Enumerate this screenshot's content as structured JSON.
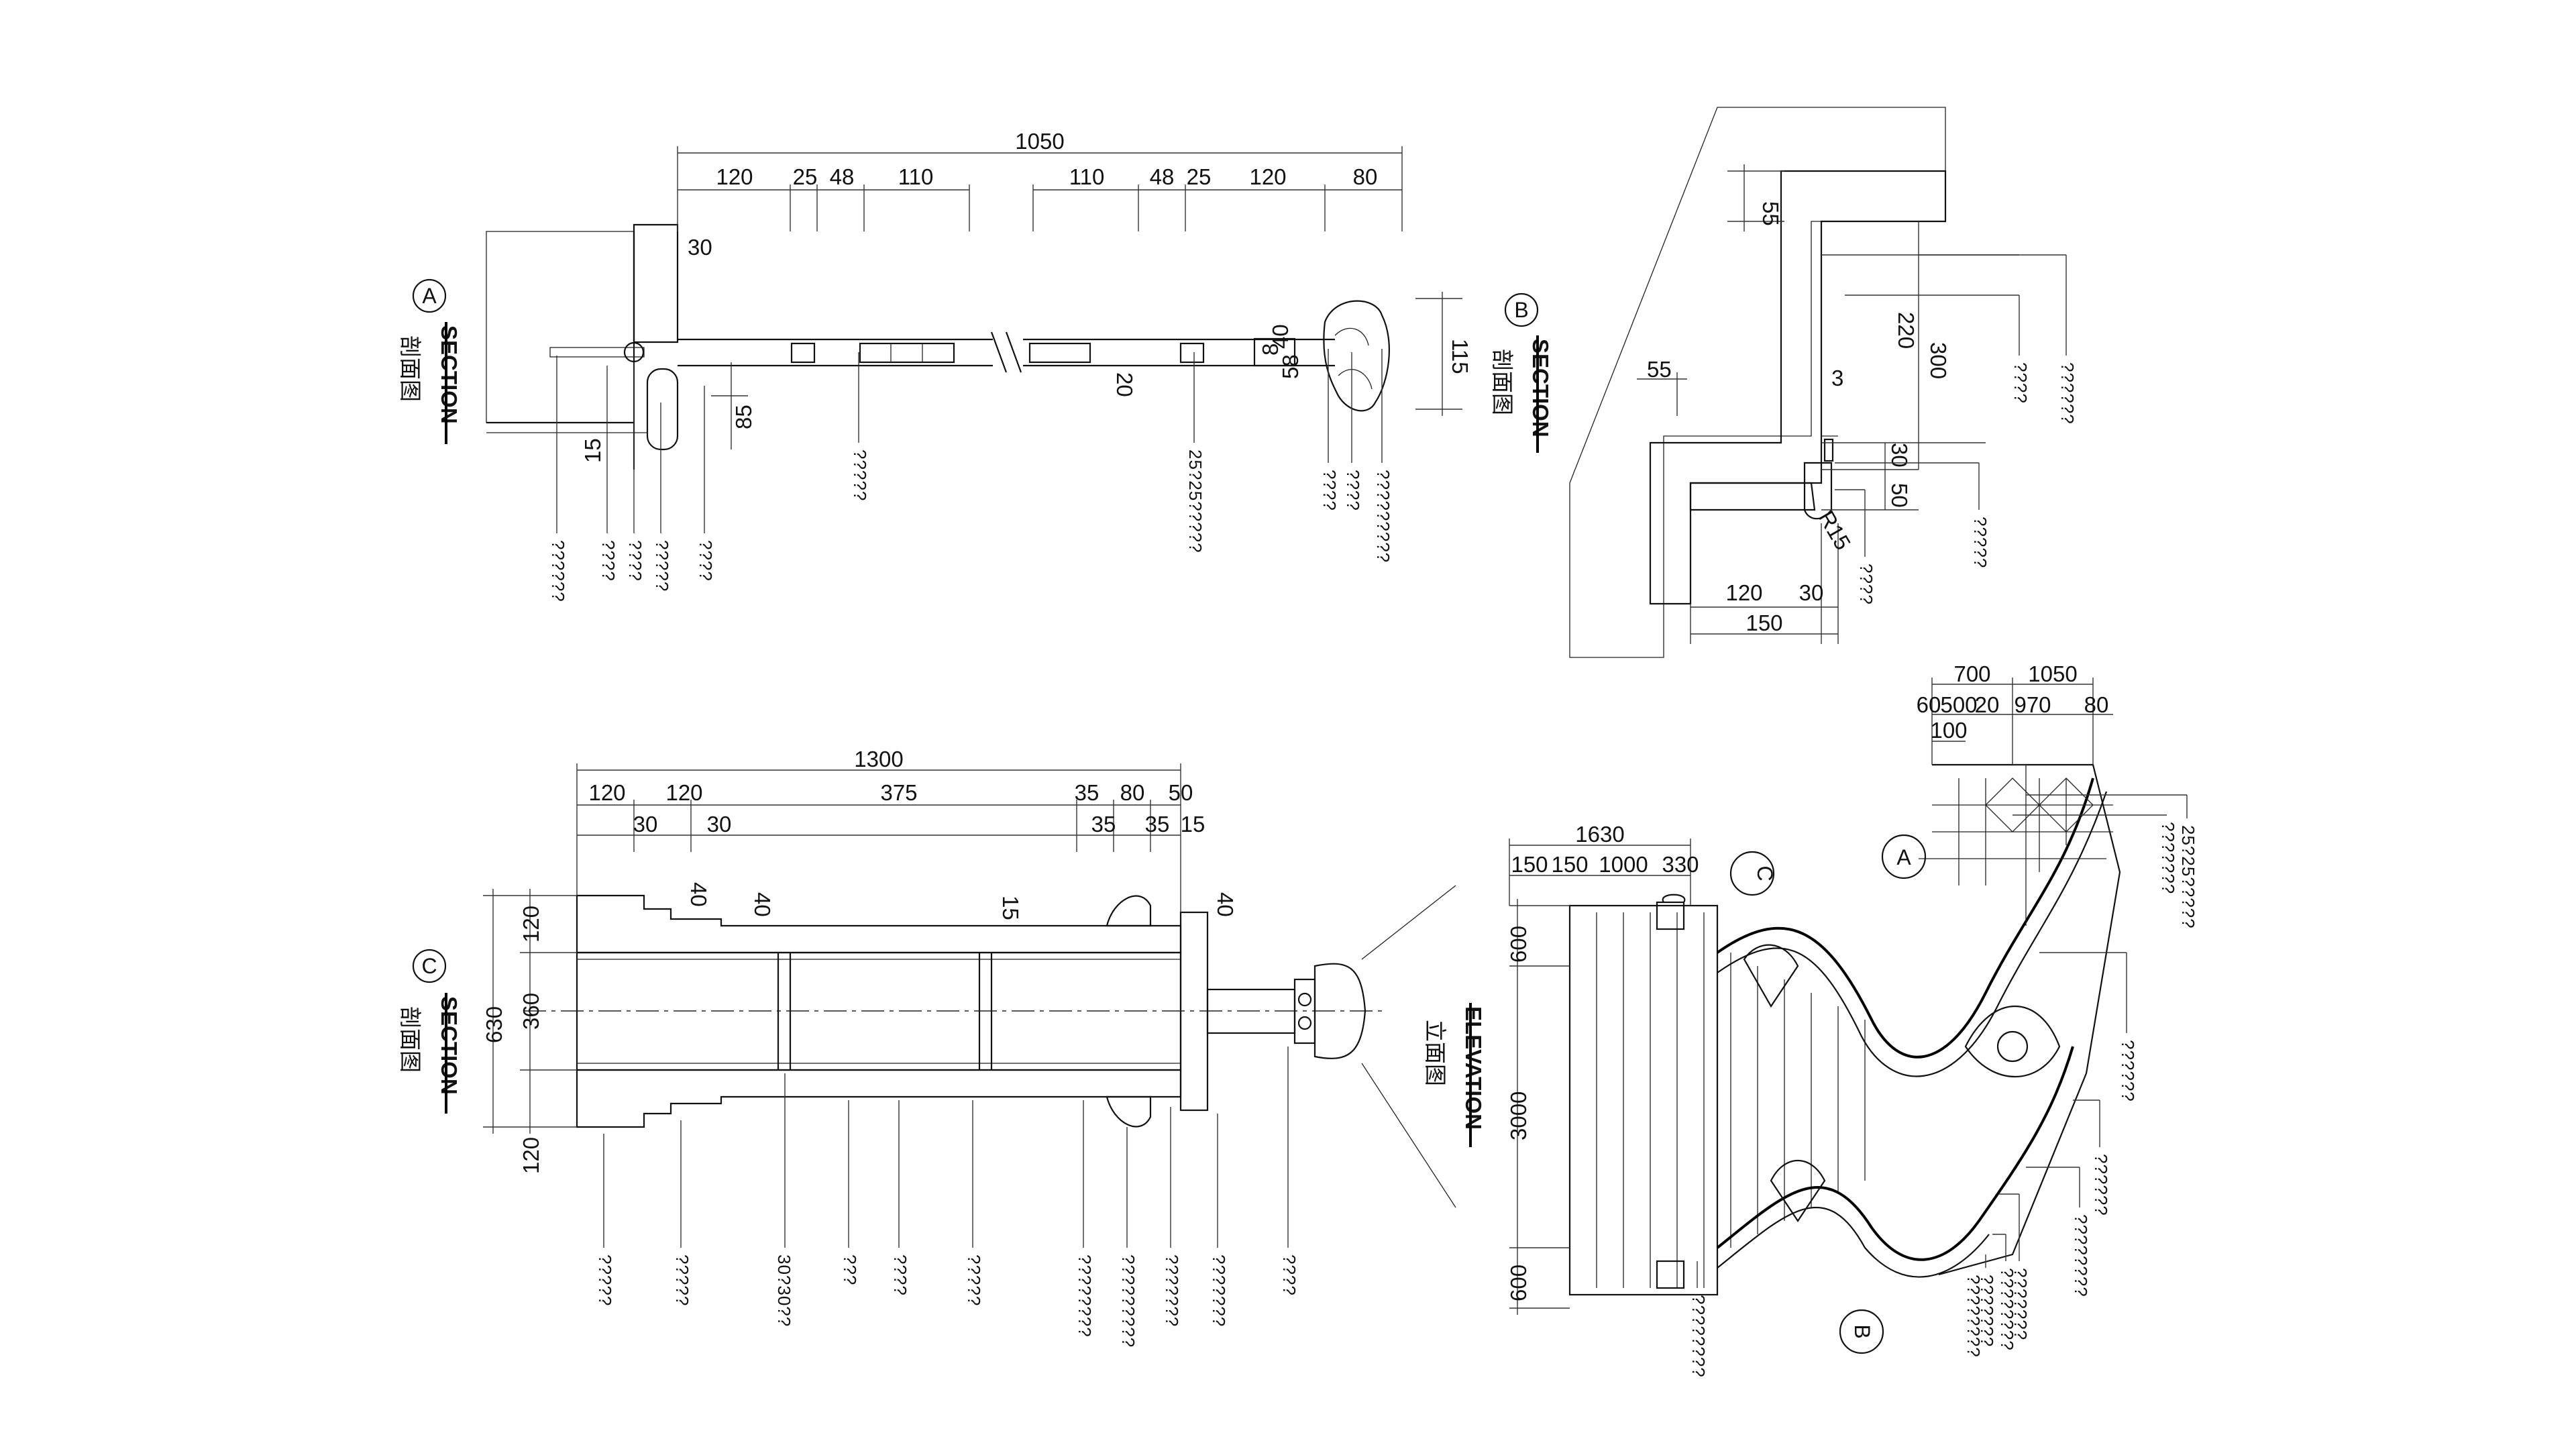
{
  "colors": {
    "ink": "#111111",
    "paper": "#ffffff"
  },
  "sheet": {
    "sectionA": {
      "tag": "A",
      "title": "SECTION",
      "subtitle": "剖面图",
      "dims_top": [
        "1050",
        "120",
        "25",
        "48",
        "110",
        "110",
        "48",
        "25",
        "120",
        "80"
      ],
      "dims_side": [
        "30",
        "85",
        "15",
        "20",
        "40",
        "8",
        "58",
        "115"
      ],
      "notes": [
        "??????",
        "????",
        "????",
        "?????",
        "????",
        "?????",
        "25?25?????",
        "????",
        "????",
        "?????????"
      ]
    },
    "sectionB": {
      "tag": "B",
      "title": "SECTION",
      "subtitle": "剖面图",
      "dims": [
        "55",
        "55",
        "220",
        "300",
        "3",
        "30",
        "50",
        "R15",
        "120",
        "30",
        "150"
      ],
      "notes": [
        "????",
        "??????",
        "?????",
        "????"
      ]
    },
    "sectionC": {
      "tag": "C",
      "title": "SECTION",
      "subtitle": "剖面图",
      "dims_top": [
        "1300",
        "120",
        "120",
        "375",
        "35",
        "80",
        "50",
        "30",
        "30",
        "35",
        "35",
        "15"
      ],
      "dims_side": [
        "630",
        "120",
        "360",
        "120",
        "40",
        "40",
        "15",
        "40"
      ],
      "notes": [
        "?????",
        "?????",
        "30?30??",
        "???",
        "????",
        "?????",
        "????????",
        "?????????",
        "???????",
        "???????",
        "????"
      ]
    },
    "elevation": {
      "title": "ELEVATION",
      "subtitle": "立面图",
      "dims_top": [
        "700",
        "1050",
        "60",
        "500",
        "20",
        "970",
        "80",
        "100",
        "1630",
        "150",
        "150",
        "1000",
        "330"
      ],
      "dims_side": [
        "600",
        "3000",
        "600"
      ],
      "tags": [
        "A",
        "B",
        "C"
      ],
      "notes": [
        "25?25?????",
        "???????",
        "??????",
        "??????",
        "????????",
        "???????",
        "????????",
        "???????",
        "????????",
        "????????"
      ]
    }
  }
}
